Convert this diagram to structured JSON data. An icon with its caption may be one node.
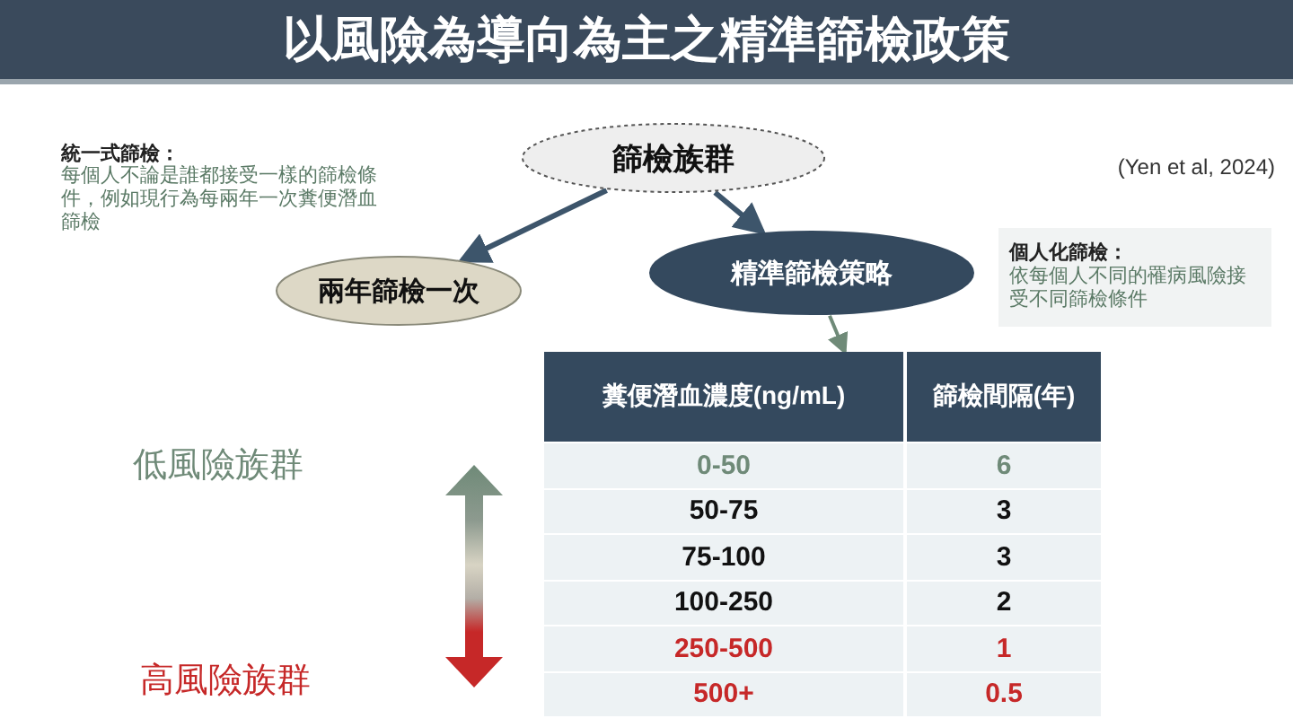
{
  "diagram": {
    "title": "以風險為導向為主之精準篩檢政策",
    "nodes": [
      {
        "text": [
          "篩檢族群"
        ]
      },
      {
        "text": [
          "兩年篩檢一次"
        ]
      },
      {
        "text": [
          "精準篩檢策略"
        ]
      },
      {
        "text": [],
        "shape": "box"
      },
      {
        "text": [
          "個人化篩檢：",
          "依每個人不同的罹病風險接受不同篩檢條件"
        ]
      }
    ],
    "edges": [
      {
        "from": 0,
        "to": 1,
        "arrow": "to"
      },
      {
        "from": 0,
        "to": 2,
        "arrow": "to"
      },
      {
        "from": 2,
        "to": 3,
        "arrow": "to"
      }
    ],
    "labels": [
      "統一式篩檢：",
      "每個人不論是誰都接受一樣的篩檢條件，例如現行為每兩年一次糞便潛血篩檢",
      "(Yen et al, 2024)",
      "糞便潛血濃度(ng/mL)",
      "篩檢間隔(年)",
      "0-50",
      "6",
      "50-75",
      "3",
      "75-100",
      "3",
      "100-250",
      "2",
      "250-500",
      "1",
      "500+",
      "0.5",
      "低風險族群",
      "高風險族群"
    ]
  }
}
